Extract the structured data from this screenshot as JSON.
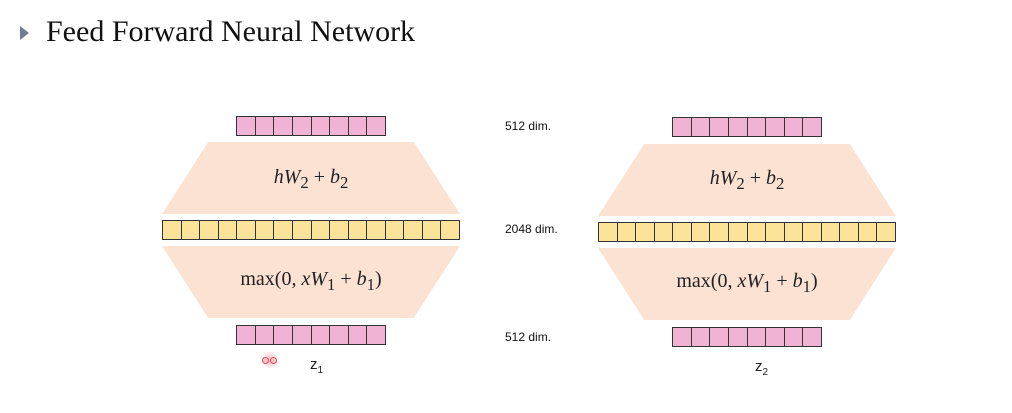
{
  "header": {
    "bullet_icon": "triangle-right-icon",
    "title": "Feed Forward Neural Network"
  },
  "labels": {
    "top_dim": "512 dim.",
    "mid_dim": "2048 dim.",
    "bottom_dim": "512 dim."
  },
  "networks": [
    {
      "output_cells": 8,
      "hidden_cells": 16,
      "input_cells": 8,
      "upper_formula": {
        "pre": "h",
        "mid": "W",
        "sub1": "2",
        "post": " + ",
        "b": "b",
        "sub2": "2"
      },
      "lower_formula": {
        "pre": "max(0, ",
        "x": "x",
        "w": "W",
        "sub1": "1",
        "plus": " + ",
        "b": "b",
        "sub2": "1",
        "close": ")"
      },
      "input_label": {
        "main": "z",
        "sub": "1"
      }
    },
    {
      "output_cells": 8,
      "hidden_cells": 16,
      "input_cells": 8,
      "upper_formula": {
        "pre": "h",
        "mid": "W",
        "sub1": "2",
        "post": " + ",
        "b": "b",
        "sub2": "2"
      },
      "lower_formula": {
        "pre": "max(0, ",
        "x": "x",
        "w": "W",
        "sub1": "1",
        "plus": " + ",
        "b": "b",
        "sub2": "1",
        "close": ")"
      },
      "input_label": {
        "main": "z",
        "sub": "2"
      }
    }
  ],
  "colors": {
    "output_vector": "#f1b3d3",
    "hidden_vector": "#fbe49a",
    "input_vector": "#f1b3d3",
    "transform_region": "#fbe2d3"
  }
}
